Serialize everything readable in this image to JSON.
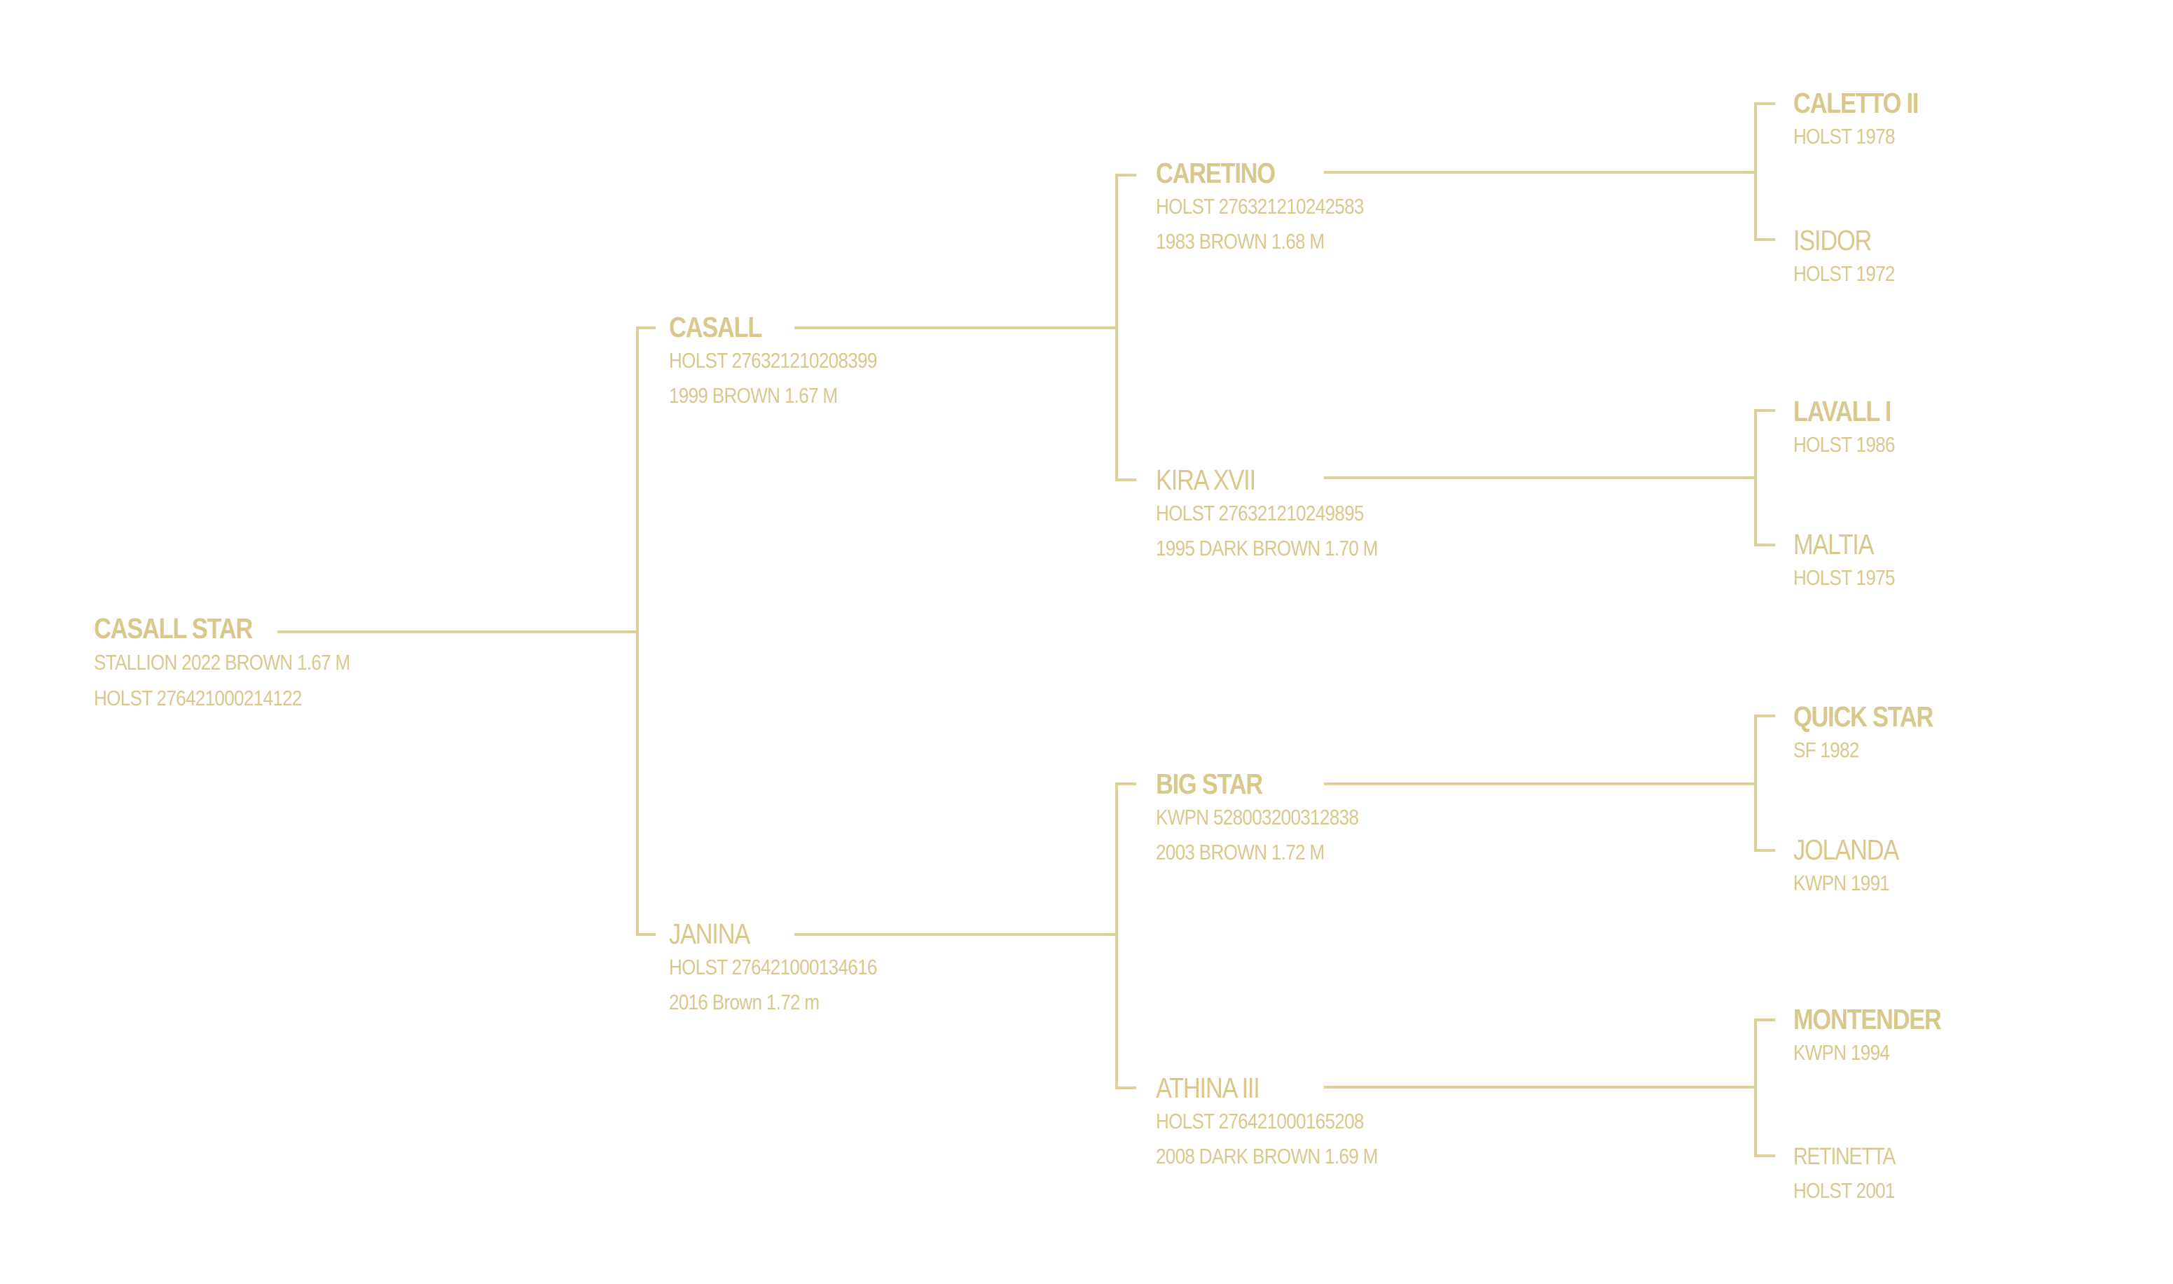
{
  "pedigree": {
    "subject": {
      "name": "CASALL STAR",
      "lines": [
        "STALLION 2022 BROWN 1.67 M",
        "HOLST 276421000214122"
      ]
    },
    "sire": {
      "name": "CASALL",
      "lines": [
        "HOLST 276321210208399",
        "1999 BROWN 1.67 M"
      ]
    },
    "dam": {
      "name": "JANINA",
      "lines": [
        "HOLST 276421000134616",
        "2016 Brown 1.72 m"
      ]
    },
    "sire_sire": {
      "name": "CARETINO",
      "lines": [
        "HOLST 276321210242583",
        "1983 BROWN 1.68 M"
      ]
    },
    "sire_dam": {
      "name": "KIRA XVII",
      "lines": [
        "HOLST 276321210249895",
        "1995 DARK BROWN 1.70 M"
      ]
    },
    "dam_sire": {
      "name": "BIG STAR",
      "lines": [
        "KWPN 528003200312838",
        "2003 BROWN 1.72 M"
      ]
    },
    "dam_dam": {
      "name": "ATHINA III",
      "lines": [
        "HOLST 276421000165208",
        "2008 DARK BROWN 1.69 M"
      ]
    },
    "sire_sire_sire": {
      "name": "CALETTO II",
      "lines": [
        "HOLST 1978"
      ]
    },
    "sire_sire_dam": {
      "name": "ISIDOR",
      "lines": [
        "HOLST 1972"
      ]
    },
    "sire_dam_sire": {
      "name": "LAVALL I",
      "lines": [
        "HOLST 1986"
      ]
    },
    "sire_dam_dam": {
      "name": "MALTIA",
      "lines": [
        "HOLST 1975"
      ]
    },
    "dam_sire_sire": {
      "name": "QUICK STAR",
      "lines": [
        "SF 1982"
      ]
    },
    "dam_sire_dam": {
      "name": "JOLANDA",
      "lines": [
        "KWPN 1991"
      ]
    },
    "dam_dam_sire": {
      "name": "MONTENDER",
      "lines": [
        "KWPN 1994"
      ]
    },
    "dam_dam_dam": {
      "name": "RETINETTA",
      "lines": [
        "HOLST 2001"
      ]
    }
  },
  "colors": {
    "text": "#d8c88c",
    "line": "#ddd09a",
    "background": "#ffffff"
  }
}
